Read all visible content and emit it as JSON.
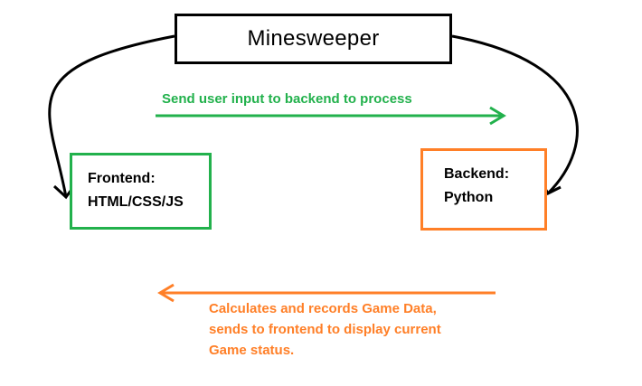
{
  "colors": {
    "title_border": "#000000",
    "frontend": "#22b14c",
    "backend": "#ff7f27",
    "connector": "#000000"
  },
  "title": {
    "text": "Minesweeper"
  },
  "frontend": {
    "line1": "Frontend:",
    "line2": "HTML/CSS/JS"
  },
  "backend": {
    "line1": "Backend:",
    "line2": "Python"
  },
  "forward_flow": {
    "label": "Send user input to backend to process"
  },
  "return_flow": {
    "line1": "Calculates and records Game Data,",
    "line2": "sends to frontend to display current",
    "line3": "Game status."
  }
}
